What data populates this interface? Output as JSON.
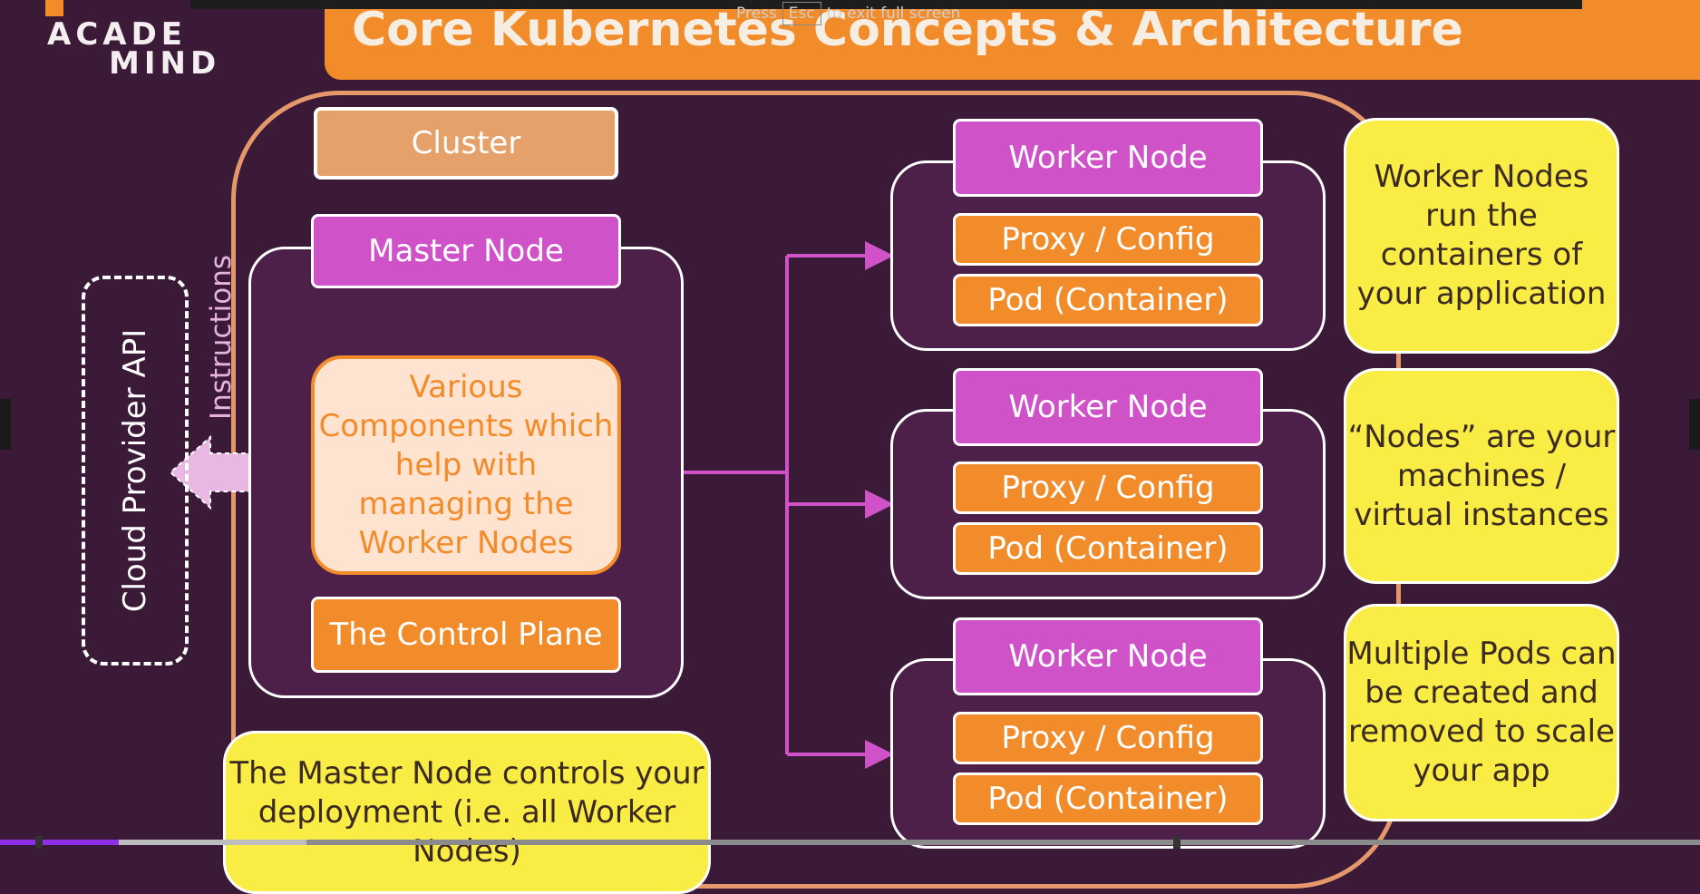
{
  "player": {
    "fullscreen_hint_pre": "Press",
    "fullscreen_hint_key": "Esc",
    "fullscreen_hint_post": "to exit full screen",
    "progress_fraction": 0.07,
    "buffered_fraction": 0.18
  },
  "logo": {
    "line1": "ACADE",
    "line2": "MIND"
  },
  "slide": {
    "title": "Core Kubernetes Concepts & Architecture",
    "cluster_label": "Cluster",
    "master": {
      "label": "Master Node",
      "components": "Various Components which help with managing the Worker Nodes",
      "control_plane": "The Control Plane"
    },
    "cloud_provider": "Cloud Provider API",
    "instructions": "Instructions",
    "workers": [
      {
        "label": "Worker Node",
        "proxy": "Proxy / Config",
        "pod": "Pod (Container)"
      },
      {
        "label": "Worker Node",
        "proxy": "Proxy / Config",
        "pod": "Pod (Container)"
      },
      {
        "label": "Worker Node",
        "proxy": "Proxy / Config",
        "pod": "Pod (Container)"
      }
    ],
    "callouts": {
      "master": "The Master Node controls your deployment (i.e. all Worker Nodes)",
      "workers": "Worker Nodes run the containers of your application",
      "nodes": "“Nodes” are your machines / virtual instances",
      "pods": "Multiple Pods can be created and removed to scale your app"
    }
  },
  "colors": {
    "background": "#3a1a36",
    "orange": "#f28c2b",
    "magenta": "#cf52c8",
    "yellow": "#f9ec45",
    "progress": "#8e2fe6"
  }
}
